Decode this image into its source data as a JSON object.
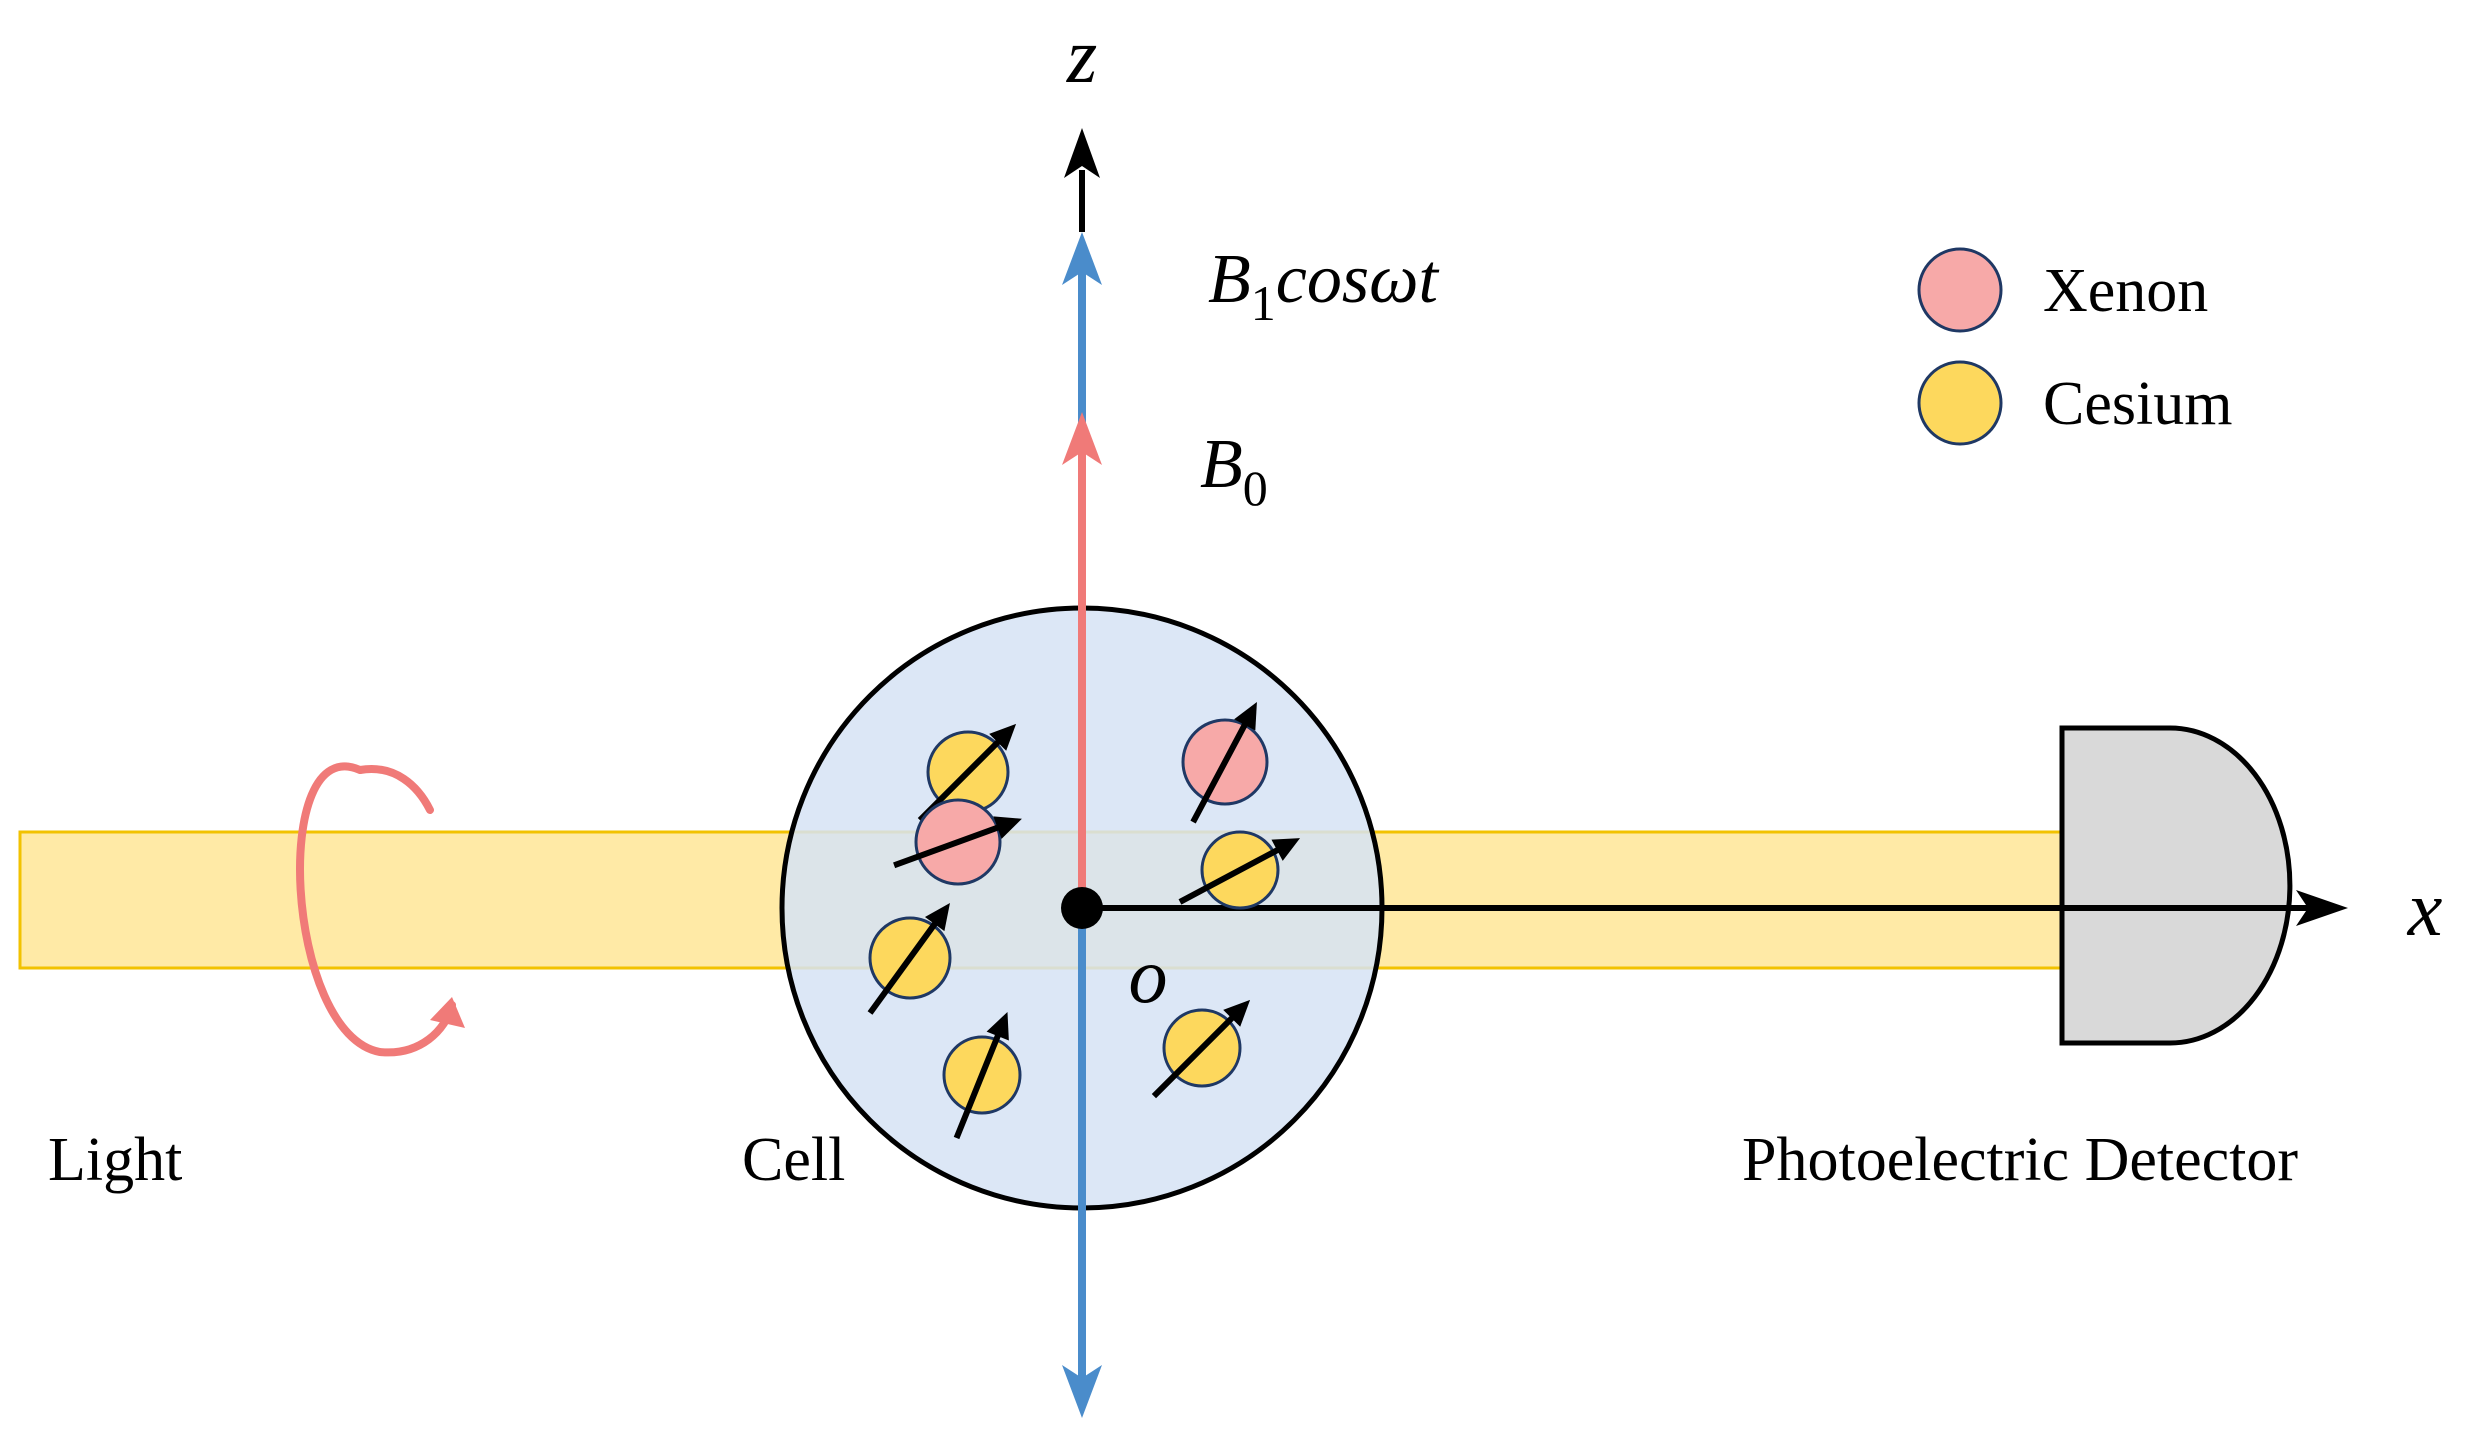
{
  "axes": {
    "z_label": "z",
    "x_label": "x",
    "origin_label": "o"
  },
  "fields": {
    "b1": {
      "symbol": "B",
      "subscript": "1",
      "tail": "cosωt",
      "color": "#4A8CCB"
    },
    "b0": {
      "symbol": "B",
      "subscript": "0",
      "color": "#F07A78"
    }
  },
  "legend": {
    "items": [
      {
        "label": "Xenon",
        "color": "#F7A9A8"
      },
      {
        "label": "Cesium",
        "color": "#FDD85D"
      }
    ]
  },
  "labels": {
    "light": "Light",
    "cell": "Cell",
    "detector": "Photoelectric Detector"
  },
  "colors": {
    "beam": "#FFEAA6",
    "beam_border": "#F2C200",
    "cell": "#D6E3F5",
    "detector": "#D9D9D9",
    "polarization": "#F07A78"
  }
}
